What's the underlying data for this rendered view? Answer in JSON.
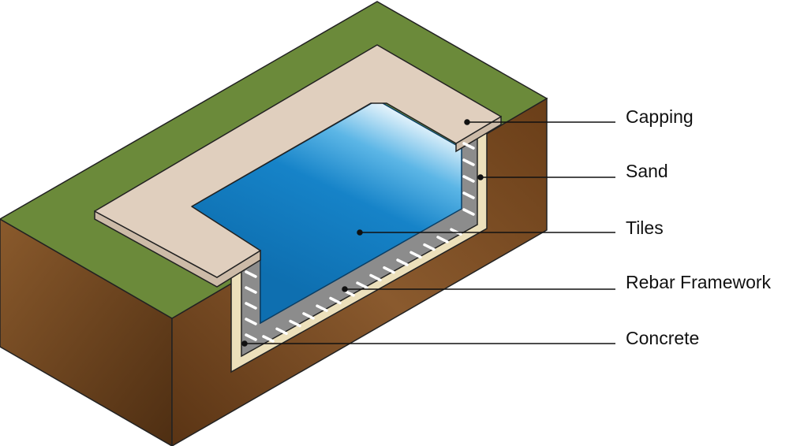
{
  "labels": {
    "capping": "Capping",
    "sand": "Sand",
    "tiles": "Tiles",
    "rebar": "Rebar Framework",
    "concrete": "Concrete"
  },
  "colors": {
    "grass": "#6b8a3a",
    "soil": "#7a4a22",
    "capping": "#e0cfbe",
    "sand": "#ece0bb",
    "concrete": "#8a8a8a",
    "water_light": "#bfe4f7",
    "water_deep": "#0e6fb0"
  }
}
